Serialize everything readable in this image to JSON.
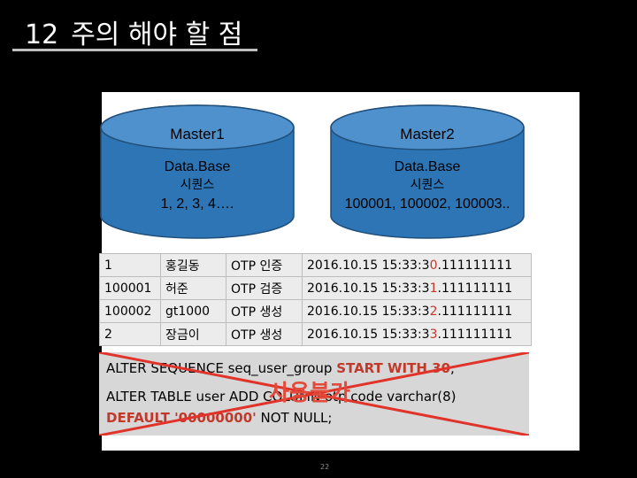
{
  "slide": {
    "number": "12",
    "title": "주의 해야 할 점",
    "page_number": "22"
  },
  "databases": [
    {
      "name": "Master1",
      "line1": "Data.Base",
      "line2": "시퀀스",
      "line3": "1, 2, 3, 4…."
    },
    {
      "name": "Master2",
      "line1": "Data.Base",
      "line2": "시퀀스",
      "line3": "100001, 100002, 100003.."
    }
  ],
  "table": {
    "rows": [
      {
        "id": "1",
        "user": "홍길동",
        "action": "OTP 인증",
        "ts_prefix": "2016.10.15 15:33:3",
        "ts_digit": "0",
        "ts_suffix": ".111111111"
      },
      {
        "id": "100001",
        "user": "허준",
        "action": "OTP 검증",
        "ts_prefix": "2016.10.15 15:33:3",
        "ts_digit": "1",
        "ts_suffix": ".111111111"
      },
      {
        "id": "100002",
        "user": "gt1000",
        "action": "OTP 생성",
        "ts_prefix": "2016.10.15 15:33:3",
        "ts_digit": "2",
        "ts_suffix": ".111111111"
      },
      {
        "id": "2",
        "user": "장금이",
        "action": "OTP 생성",
        "ts_prefix": "2016.10.15 15:33:3",
        "ts_digit": "3",
        "ts_suffix": ".111111111"
      }
    ]
  },
  "sql": {
    "line1_a": "ALTER SEQUENCE seq_user_group ",
    "line1_b": "START WITH 30",
    "line1_c": ";",
    "line2": "ALTER TABLE user ADD COLUMN otp code varchar(8)",
    "line3_a": "DEFAULT '00000000'",
    "line3_b": " NOT NULL;",
    "overlay": "사용불가"
  },
  "colors": {
    "cylinder": "#2e75b6",
    "highlight": "#c0392b",
    "cross": "#e0332a"
  }
}
